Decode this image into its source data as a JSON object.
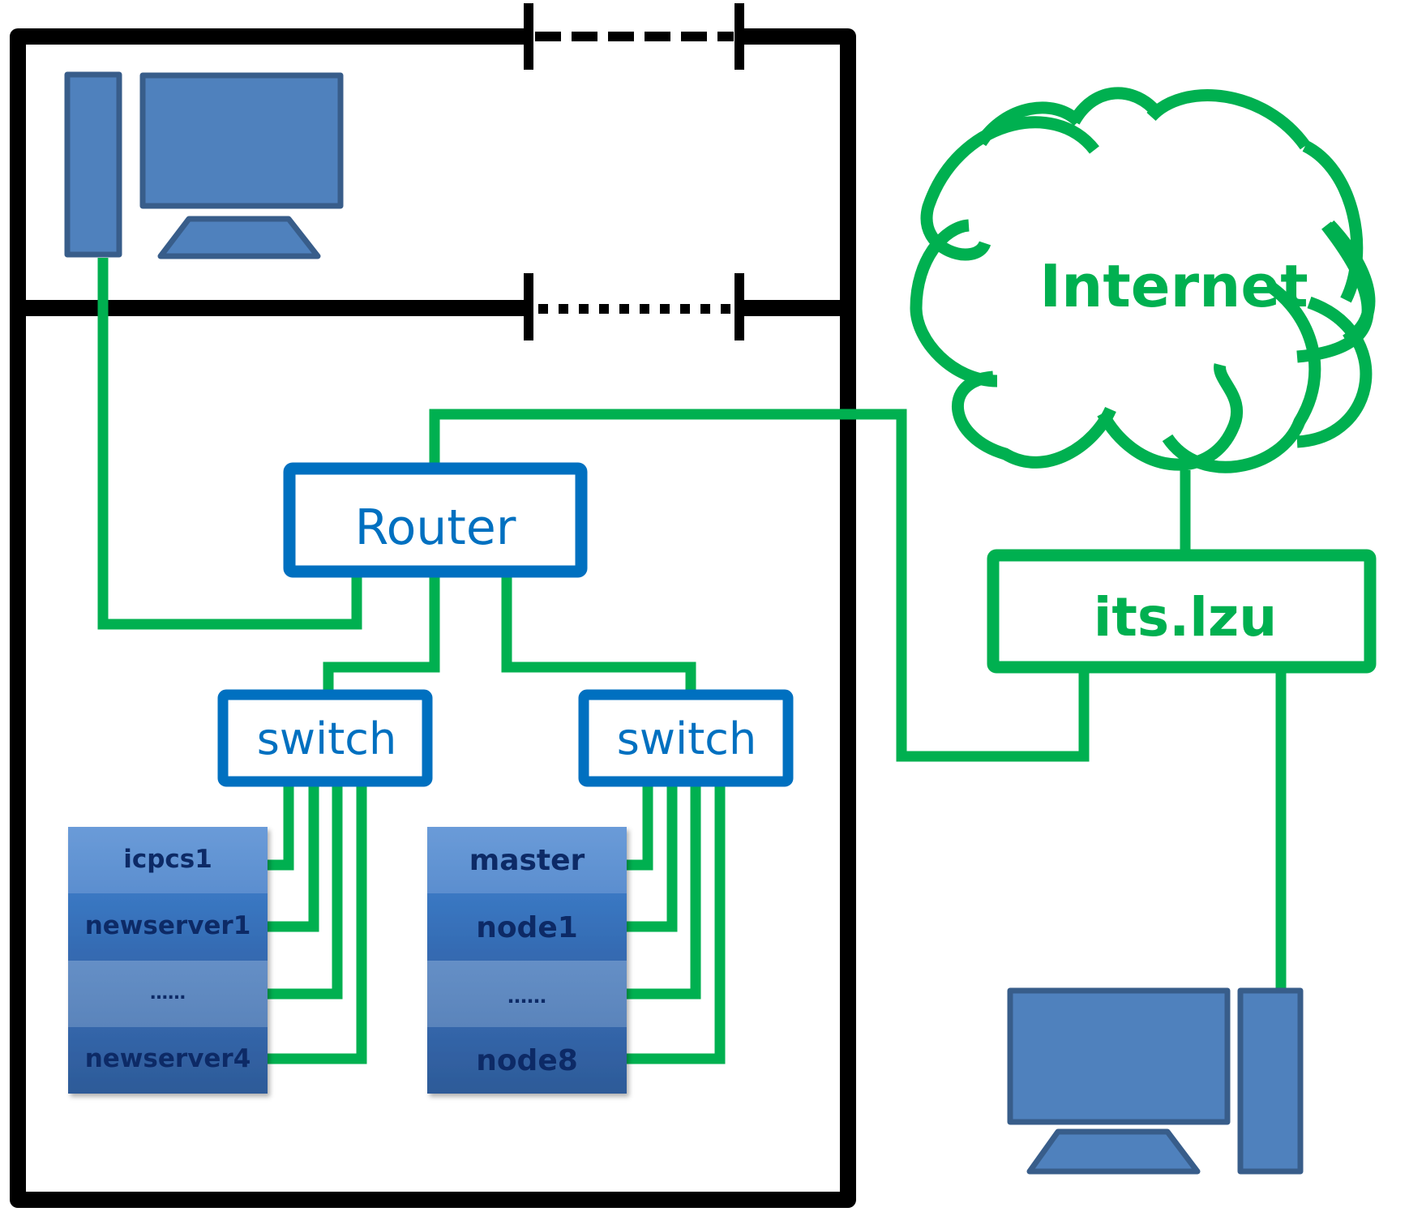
{
  "diagram": {
    "colors": {
      "wire": "#00B050",
      "frame": "#000000",
      "device_fill": "#4F81BD",
      "device_stroke": "#385D8A",
      "router_blue": "#0070C0",
      "server_text": "#0D2A66"
    },
    "router": {
      "label": "Router"
    },
    "switches": [
      {
        "label": "switch"
      },
      {
        "label": "switch"
      }
    ],
    "server_stacks": [
      {
        "rows": [
          "icpcs1",
          "newserver1",
          "……",
          "newserver4"
        ]
      },
      {
        "rows": [
          "master",
          "node1",
          "……",
          "node8"
        ]
      }
    ],
    "internet": {
      "label": "Internet"
    },
    "gateway": {
      "label": "its.lzu"
    },
    "icons": {
      "lab_workstation": "desktop-computer-icon",
      "remote_workstation": "desktop-computer-icon",
      "cloud": "cloud-icon"
    }
  }
}
